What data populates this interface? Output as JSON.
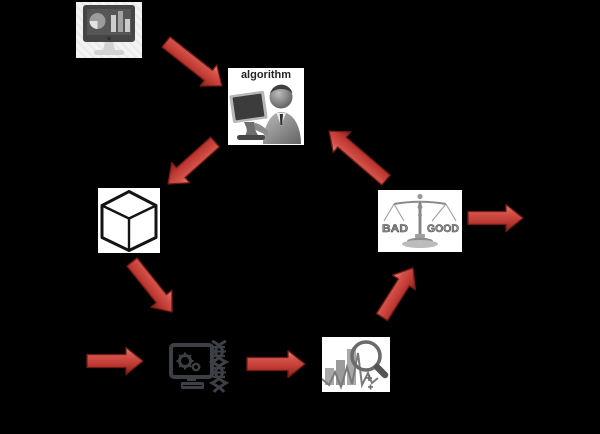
{
  "diagram": {
    "background_color": "#000000",
    "arrow_style": {
      "fill_highlight": "#e8857b",
      "fill_mid": "#c84038",
      "fill_shadow": "#7e211b",
      "stroke": "#6f1b16"
    },
    "nodes": {
      "dashboard": {
        "icon": "monitor-dashboard-icon"
      },
      "algorithm": {
        "icon": "person-computer-icon",
        "label": "algorithm"
      },
      "model_cube": {
        "icon": "cube-icon"
      },
      "simulation": {
        "icon": "computer-dna-icon"
      },
      "analysis": {
        "icon": "chart-magnifier-icon"
      },
      "evaluation": {
        "icon": "balance-scale-icon",
        "pan_left": "BAD",
        "pan_right": "GOOD"
      }
    },
    "flow": [
      {
        "from": "dashboard",
        "to": "algorithm"
      },
      {
        "from": "algorithm",
        "to": "model_cube"
      },
      {
        "from": "model_cube",
        "to": "simulation"
      },
      {
        "from": "offscreen-left",
        "to": "simulation"
      },
      {
        "from": "simulation",
        "to": "analysis"
      },
      {
        "from": "analysis",
        "to": "evaluation"
      },
      {
        "from": "evaluation",
        "to": "algorithm"
      },
      {
        "from": "evaluation",
        "to": "offscreen-right"
      }
    ]
  }
}
